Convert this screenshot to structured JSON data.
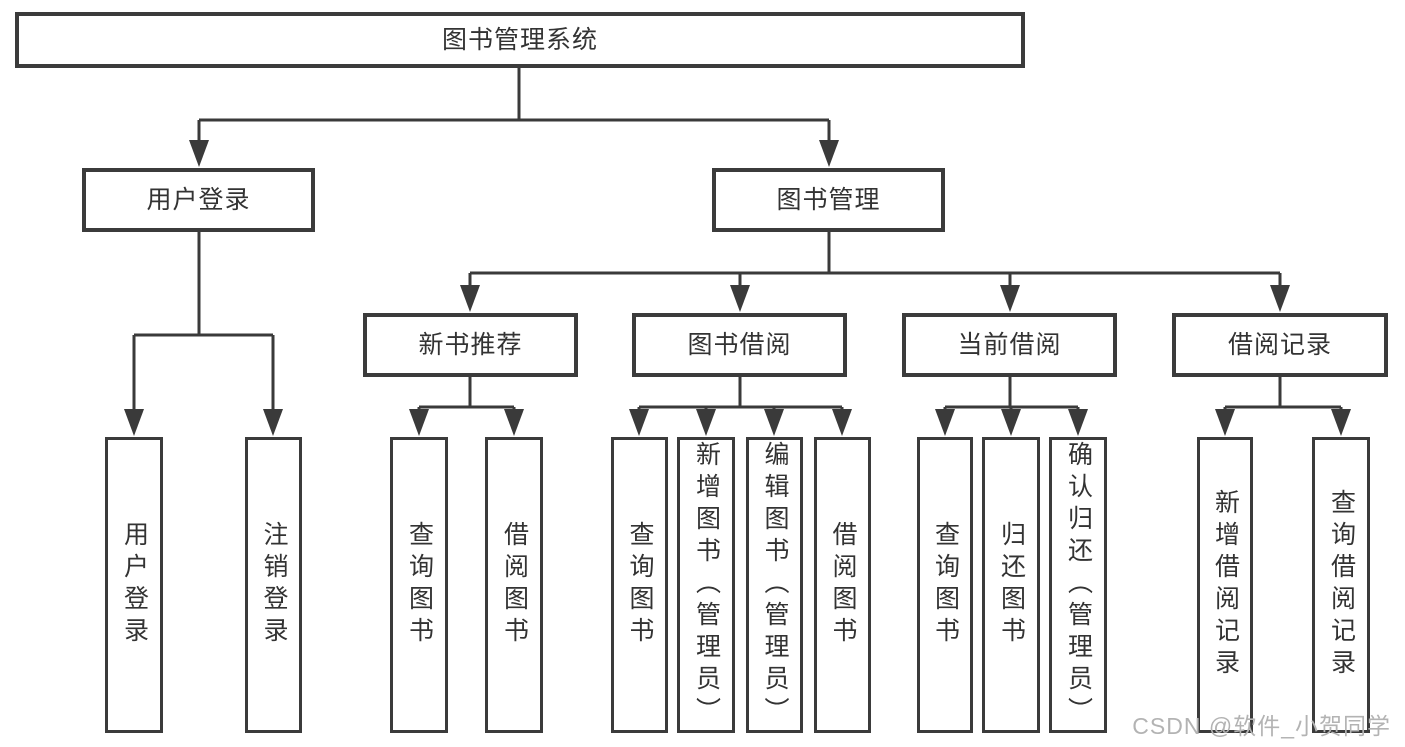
{
  "tree": {
    "label": "图书管理系统",
    "children": [
      {
        "label": "用户登录",
        "children": [
          {
            "label": "用户登录"
          },
          {
            "label": "注销登录"
          }
        ]
      },
      {
        "label": "图书管理",
        "children": [
          {
            "label": "新书推荐",
            "children": [
              {
                "label": "查询图书"
              },
              {
                "label": "借阅图书"
              }
            ]
          },
          {
            "label": "图书借阅",
            "children": [
              {
                "label": "查询图书"
              },
              {
                "label": "新增图书（管理员）"
              },
              {
                "label": "编辑图书（管理员）"
              },
              {
                "label": "借阅图书"
              }
            ]
          },
          {
            "label": "当前借阅",
            "children": [
              {
                "label": "查询图书"
              },
              {
                "label": "归还图书"
              },
              {
                "label": "确认归还（管理员）"
              }
            ]
          },
          {
            "label": "借阅记录",
            "children": [
              {
                "label": "新增借阅记录"
              },
              {
                "label": "查询借阅记录"
              }
            ]
          }
        ]
      }
    ]
  },
  "watermark": {
    "text": "CSDN @软件_小贺同学"
  },
  "colors": {
    "line": "#3a3a3a",
    "box_border": "#3b3b3b",
    "text": "#333333",
    "watermark": "#b3b3b3",
    "background": "#ffffff"
  }
}
